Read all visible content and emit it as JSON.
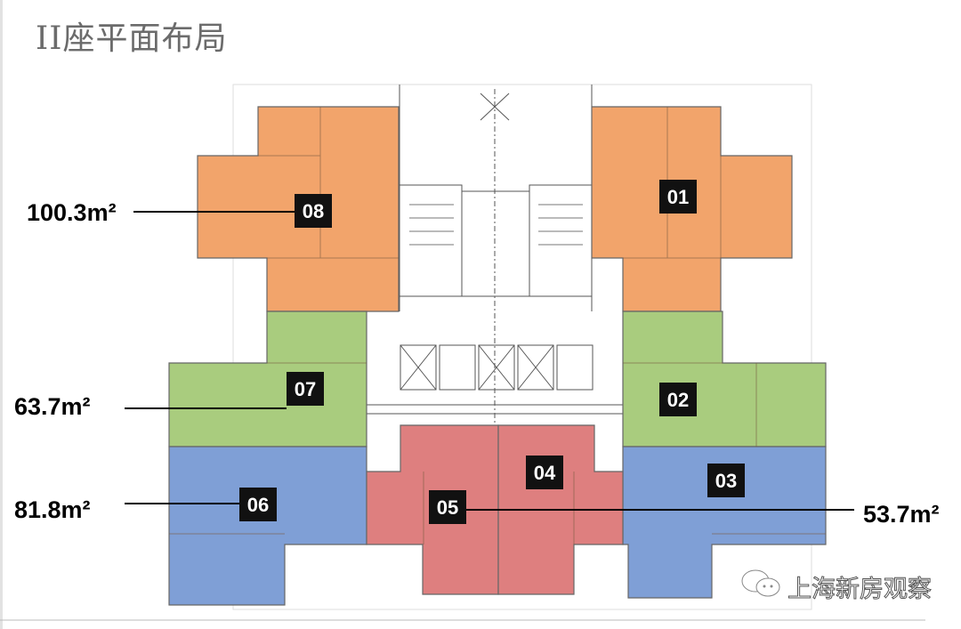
{
  "title": "II座平面布局",
  "units": [
    {
      "id": "01",
      "area": "",
      "color": "#f2a46b"
    },
    {
      "id": "02",
      "area": "",
      "color": "#a9cc7e"
    },
    {
      "id": "03",
      "area": "",
      "color": "#7f9fd6"
    },
    {
      "id": "04",
      "area": "",
      "color": "#de7f7f"
    },
    {
      "id": "05",
      "area": "53.7m²",
      "color": "#de7f7f"
    },
    {
      "id": "06",
      "area": "81.8m²",
      "color": "#7f9fd6"
    },
    {
      "id": "07",
      "area": "63.7m²",
      "color": "#a9cc7e"
    },
    {
      "id": "08",
      "area": "100.3m²",
      "color": "#f2a46b"
    }
  ],
  "watermark": "上海新房观察"
}
